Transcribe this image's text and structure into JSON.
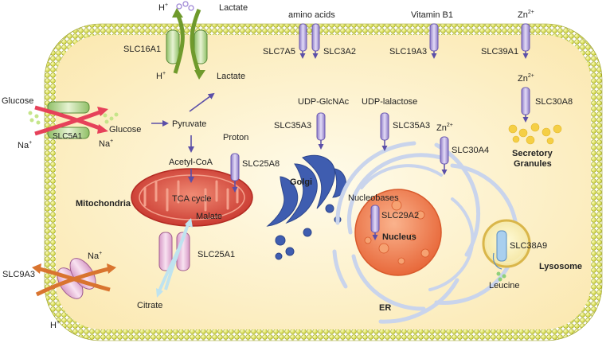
{
  "transporters": {
    "slc16a1": "SLC16A1",
    "slc7a5": "SLC7A5",
    "slc3a2": "SLC3A2",
    "slc19a3": "SLC19A3",
    "slc39a1": "SLC39A1",
    "slc30a8": "SLC30A8",
    "slc5a1": "SLC5A1",
    "slc35a3_golgi": "SLC35A3",
    "slc35a3_er": "SLC35A3",
    "slc30a4": "SLC30A4",
    "slc25a8": "SLC25A8",
    "slc29a2": "SLC29A2",
    "slc25a1": "SLC25A1",
    "slc9a3": "SLC9A3",
    "slc38a9": "SLC38A9"
  },
  "substrates": {
    "h_top": "H",
    "lactate_top": "Lactate",
    "h_bottom_slc16": "H",
    "lactate_mid": "Lactate",
    "amino_acids": "amino acids",
    "vitamin_b1": "Vitamin B1",
    "zn_top": "Zn",
    "zn_mid": "Zn",
    "zn_er": "Zn",
    "glucose_out": "Glucose",
    "na_out": "Na",
    "glucose_in": "Glucose",
    "na_in": "Na",
    "pyruvate": "Pyruvate",
    "udp_glcnac": "UDP-GlcNAc",
    "udp_lactose": "UDP-lalactose",
    "proton": "Proton",
    "acetyl_coa": "Acetyl-CoA",
    "tca_cycle": "TCA cycle",
    "malate": "Malate",
    "nucleobases": "Nucleobases",
    "citrate": "Citrate",
    "na_slc9": "Na",
    "h_slc9": "H",
    "leucine": "Leucine"
  },
  "superscripts": {
    "plus": "+",
    "zn_charge": "2+"
  },
  "organelles": {
    "mitochondria": "Mitochondria",
    "golgi": "Golgi",
    "nucleus": "Nucleus",
    "er": "ER",
    "lysosome": "Lysosome",
    "secretory_granules_1": "Secretory",
    "secretory_granules_2": "Granules"
  },
  "colors": {
    "cytoplasm": "#fbf0c6",
    "membrane_bead": "#e6ea5a",
    "transporter_purple": "#b9a6e0",
    "arrow_purple": "#5b4fa8",
    "mitochondria": "#e2564a",
    "golgi": "#3f5db0",
    "nucleus": "#f08a5b",
    "er": "#c9d4ec"
  }
}
